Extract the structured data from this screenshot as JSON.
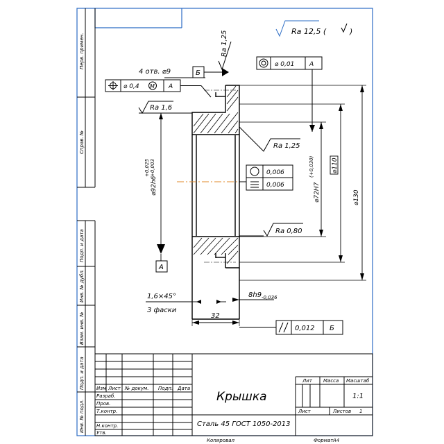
{
  "roughness": {
    "general": "Ra 12,5 (",
    "general_close": ")",
    "top": "Ra 1,25",
    "left": "Ra 1,6",
    "bore": "Ra 1,25",
    "bottom": "Ra 0,80"
  },
  "tolerances": {
    "position_frame": {
      "value": "⌀ 0,4",
      "modifier": "M",
      "datum": "A"
    },
    "holes_note": "4 отв. ⌀9",
    "concentric_frame": {
      "value": "⌀ 0,01",
      "datum": "A"
    },
    "datum_top": "Б",
    "datum_bottom": "A",
    "runout_value": "0,006",
    "cylindricity_value": "0,006",
    "parallel_frame": {
      "value": "0,012",
      "datum": "Б"
    }
  },
  "dimensions": {
    "d92": "⌀92h6",
    "d92_upper": "+0,025",
    "d92_lower": "+0,003",
    "d72": "⌀72H7",
    "d72_tol": "(+0,030)",
    "d110": "⌀110",
    "d130": "⌀130",
    "chamfer": "1,6×45°",
    "chamfer_note": "3 фаски",
    "length": "32",
    "groove": "8h9",
    "groove_tol": "-0,036"
  },
  "side_labels": [
    "Перв. примен.",
    "Справ. №",
    "Подп. и дата",
    "Инв. № дубл.",
    "Взам. инв. №",
    "Подп. и дата",
    "Инв. № подл."
  ],
  "title_block": {
    "name": "Крышка",
    "material": "Сталь 45 ГОСТ 1050-2013",
    "col_headers": [
      "Изм",
      "Лист",
      "№ докум.",
      "Подп.",
      "Дата"
    ],
    "roles": [
      "Разраб.",
      "Пров.",
      "Т.контр.",
      "",
      "Н.контр.",
      "Утв."
    ],
    "lit_header": "Лит",
    "mass_header": "Масса",
    "scale_header": "Масштаб",
    "scale_value": "1:1",
    "sheet_label": "Лист",
    "sheets_label": "Листов",
    "sheets_value": "1"
  },
  "footer": {
    "copied": "Копировал",
    "format": "Формат",
    "format_value": "А4"
  }
}
